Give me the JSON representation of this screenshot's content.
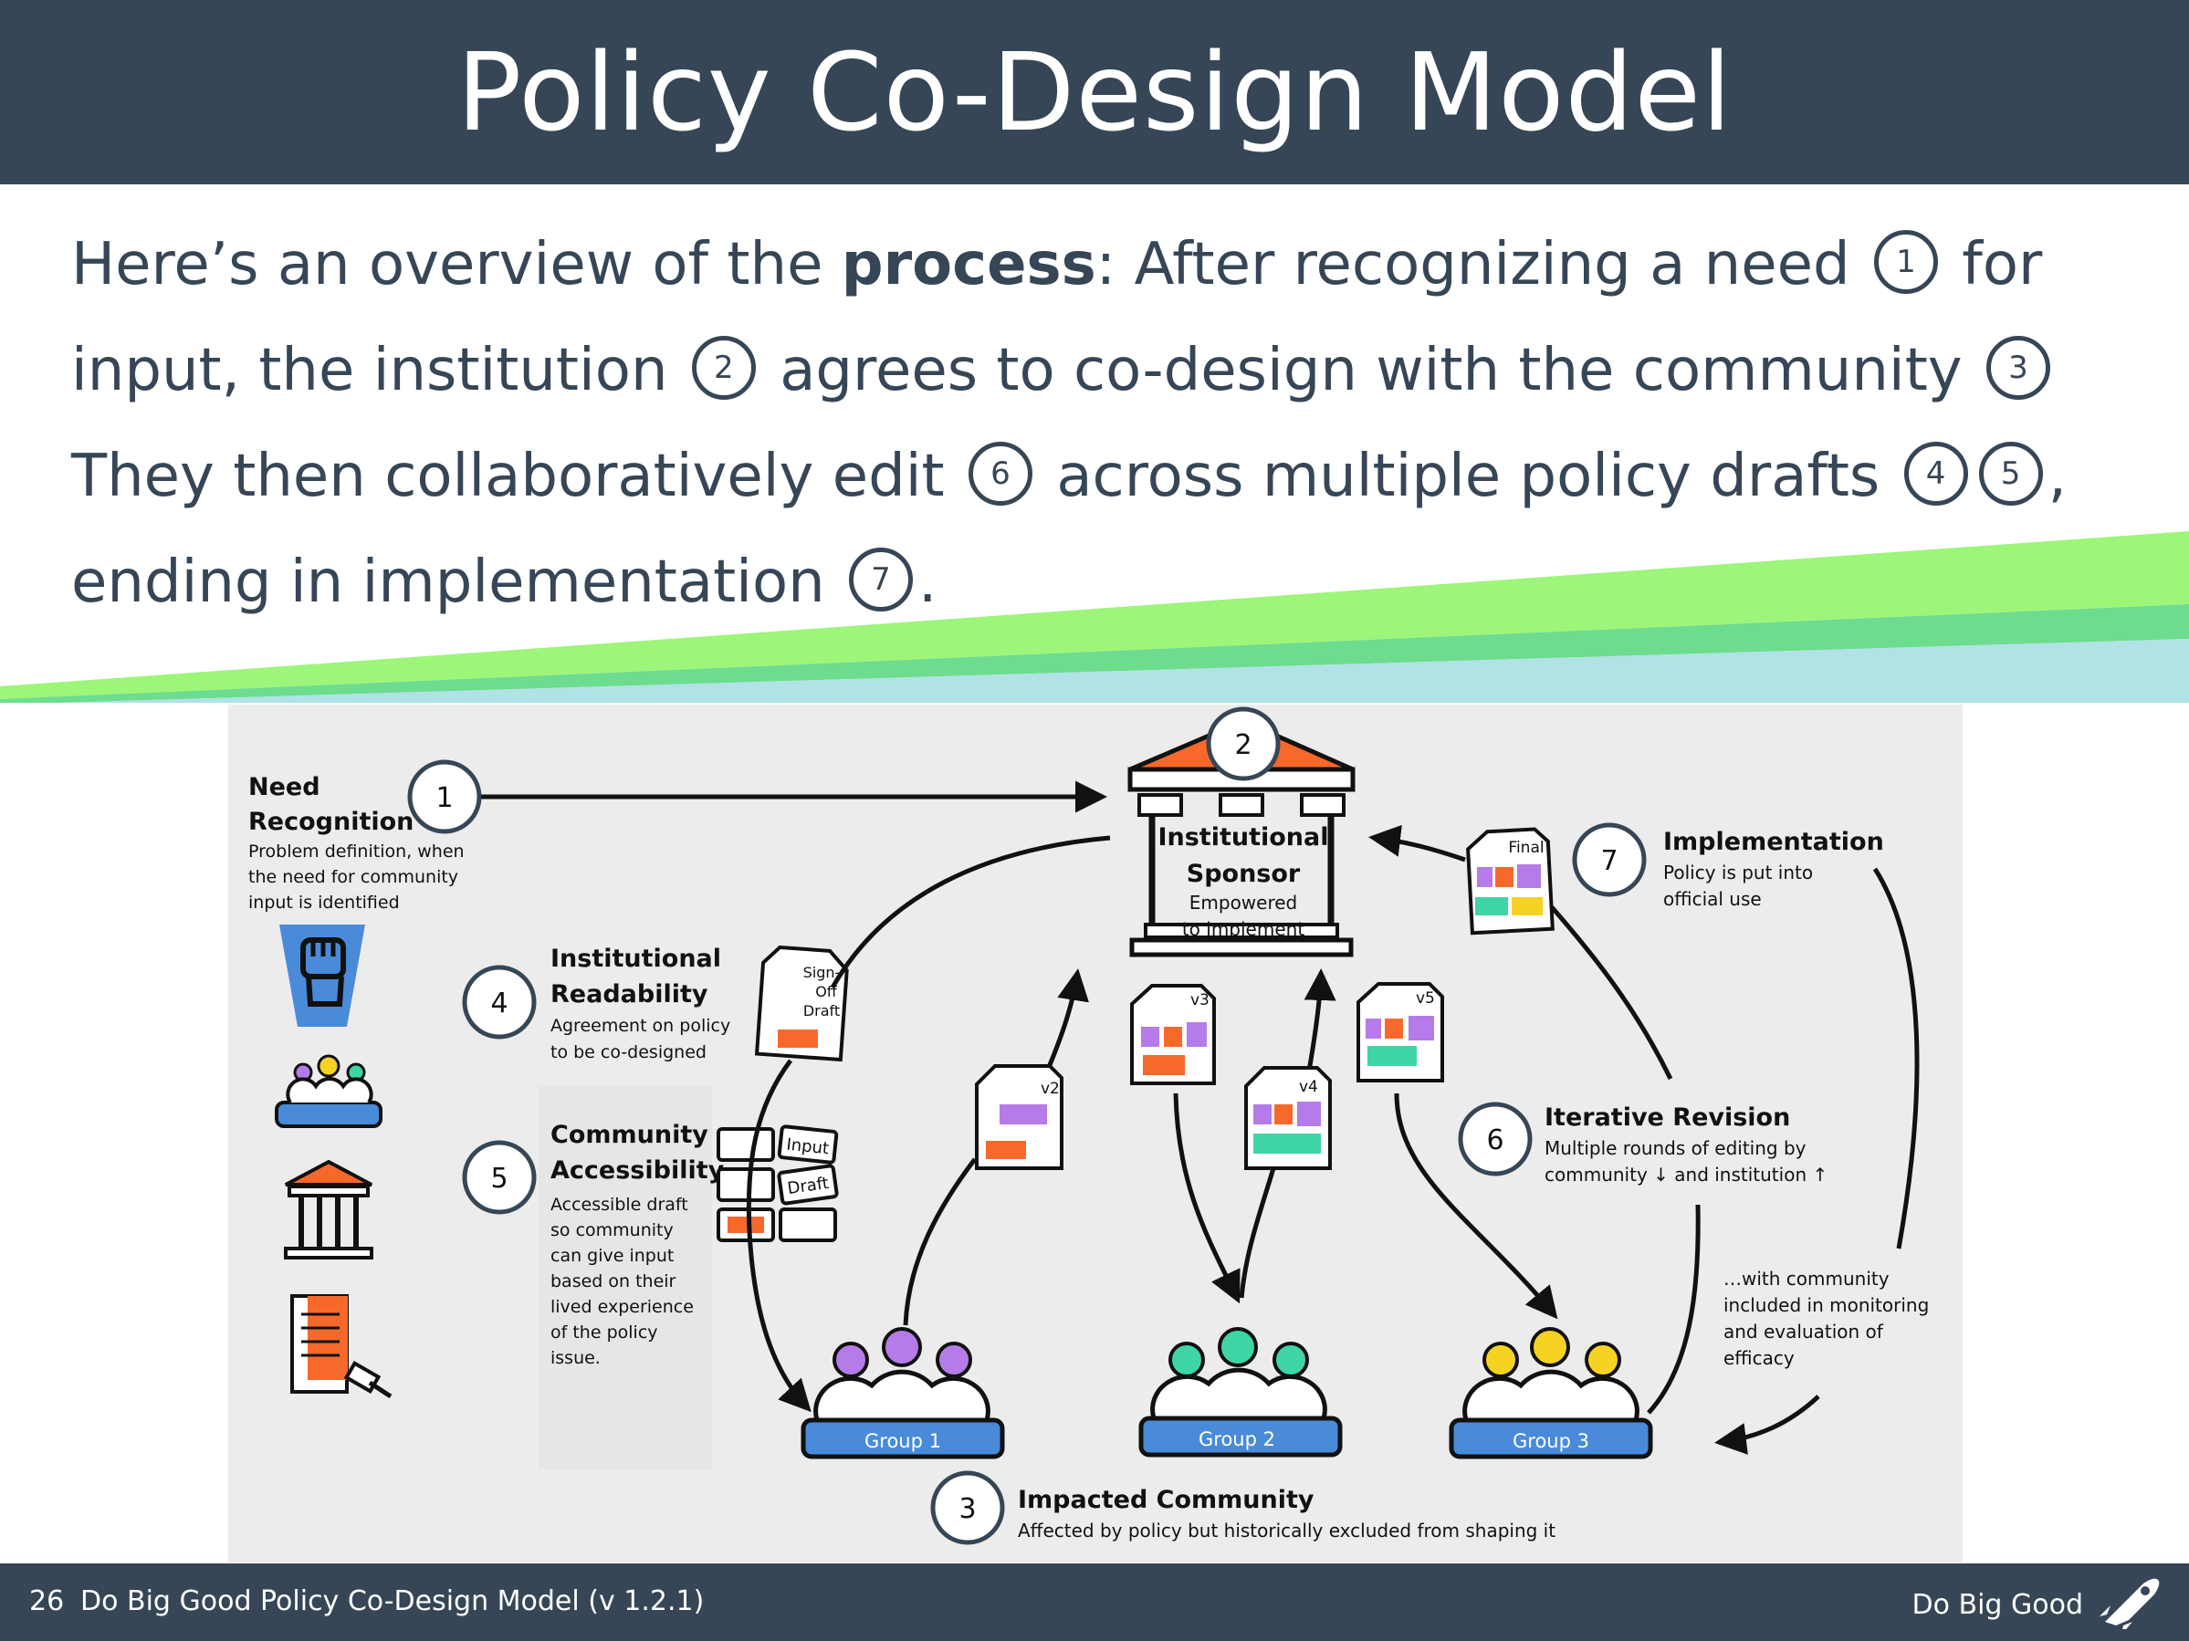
{
  "header": {
    "title": "Policy Co-Design Model"
  },
  "intro": {
    "p1": "Here’s an overview of the ",
    "p1_bold": "process",
    "p2": ": After recognizing a need ",
    "n1": "1",
    "p3": " for input, the institution ",
    "n2": "2",
    "p4": " agrees to co-design with the community ",
    "n3": "3",
    "p5": " They then collaboratively edit ",
    "n6": "6",
    "p6": " across multiple policy drafts ",
    "n4": "4",
    "n5": "5",
    "p7": ", ending in implementation ",
    "n7": "7",
    "p8": "."
  },
  "diagram": {
    "step1": {
      "num": "1",
      "title_line1": "Need",
      "title_line2": "Recognition",
      "desc": [
        "Problem definition, when",
        "the need for community",
        "input is identified"
      ]
    },
    "step2": {
      "num": "2",
      "title_line1": "Institutional",
      "title_line2": "Sponsor",
      "desc": [
        "Empowered",
        "to implement"
      ]
    },
    "step3": {
      "num": "3",
      "title": "Impacted Community",
      "desc": "Affected by policy but historically excluded from shaping it"
    },
    "step4": {
      "num": "4",
      "title_line1": "Institutional",
      "title_line2": "Readability",
      "desc": [
        "Agreement on policy",
        "to be co-designed"
      ]
    },
    "step5": {
      "num": "5",
      "title_line1": "Community",
      "title_line2": "Accessibility",
      "desc": [
        "Accessible draft",
        "so community",
        "can give input",
        "based on their",
        "lived experience",
        "of the policy",
        "issue."
      ]
    },
    "step6": {
      "num": "6",
      "title": "Iterative Revision",
      "desc_line1": "Multiple rounds of editing  by",
      "desc_line2": "community ↓  and institution ↑"
    },
    "step7": {
      "num": "7",
      "title": "Implementation",
      "desc": [
        "Policy is put into",
        "official use"
      ]
    },
    "monitoring": [
      "…with community",
      "included in monitoring",
      "and evaluation of",
      "efficacy"
    ],
    "groups": [
      "Group 1",
      "Group 2",
      "Group 3"
    ],
    "documents": {
      "signoff": [
        "Sign-",
        "Off",
        "Draft"
      ],
      "final": "Final",
      "v2": "v2",
      "v3": "v3",
      "v4": "v4",
      "v5": "v5",
      "input": "Input",
      "draft": "Draft"
    },
    "colors": {
      "purple": "#b57be8",
      "orange": "#f7692a",
      "green": "#3fd5a6",
      "yellow": "#f6d323",
      "blue": "#4a8bd9",
      "roof": "#f7692a",
      "bg": "#ececec"
    }
  },
  "footer": {
    "page": "26",
    "doc_title": "Do Big Good Policy Co-Design Model (v 1.2.1)",
    "brand": "Do Big Good"
  }
}
